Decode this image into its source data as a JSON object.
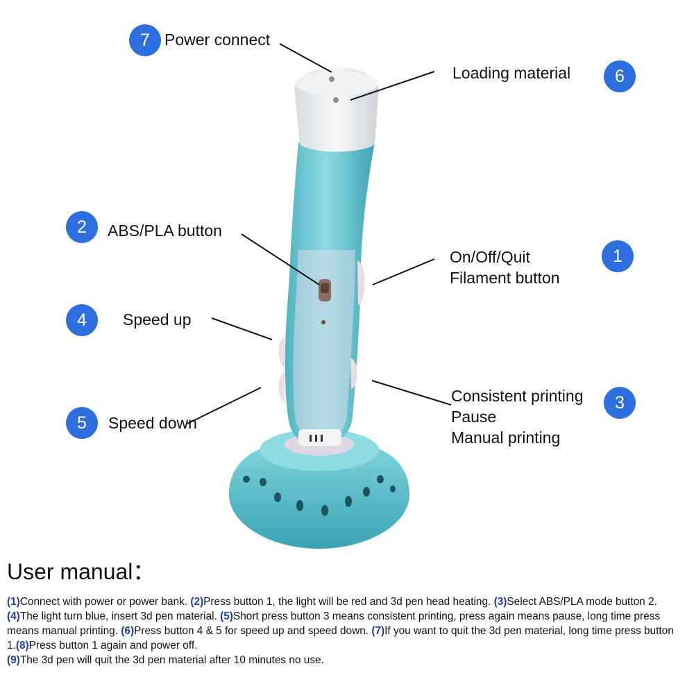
{
  "callouts": [
    {
      "num": "7",
      "lines": [
        "Power connect"
      ]
    },
    {
      "num": "6",
      "lines": [
        "Loading material"
      ]
    },
    {
      "num": "2",
      "lines": [
        "ABS/PLA button"
      ]
    },
    {
      "num": "1",
      "lines": [
        "On/Off/Quit",
        "Filament button"
      ]
    },
    {
      "num": "4",
      "lines": [
        "Speed up"
      ]
    },
    {
      "num": "3",
      "lines": [
        "Consistent printing",
        "Pause",
        "Manual printing"
      ]
    },
    {
      "num": "5",
      "lines": [
        "Speed down"
      ]
    }
  ],
  "manual": {
    "title": "User manual：",
    "steps": [
      {
        "num": "(1)",
        "text": "Connect with power or power bank. "
      },
      {
        "num": "(2)",
        "text": "Press button 1, the light will be red and 3d pen head heating. "
      },
      {
        "num": "(3)",
        "text": "Select ABS/PLA mode button 2. "
      },
      {
        "num": "(4)",
        "text": "The light turn blue, insert 3d pen material. "
      },
      {
        "num": "(5)",
        "text": "Short press button 3 means consistent printing, press again means pause, long time press means manual printing. "
      },
      {
        "num": "(6)",
        "text": "Press button 4 & 5 for speed up and speed down. "
      },
      {
        "num": "(7)",
        "text": "If you want to quit the 3d pen material, long time press button 1."
      },
      {
        "num": "(8)",
        "text": "Press button 1 again and power off. "
      },
      {
        "num": "(9)",
        "text": "The 3d pen will quit the 3d pen material after 10 minutes no use."
      }
    ]
  },
  "colors": {
    "badge": "#2e6fe0",
    "pen_body": "#6ec8d4",
    "pen_cap": "#eceeef",
    "step_number": "#1f3fa8"
  },
  "illustration": {
    "name": "3d-pen-on-stand"
  }
}
